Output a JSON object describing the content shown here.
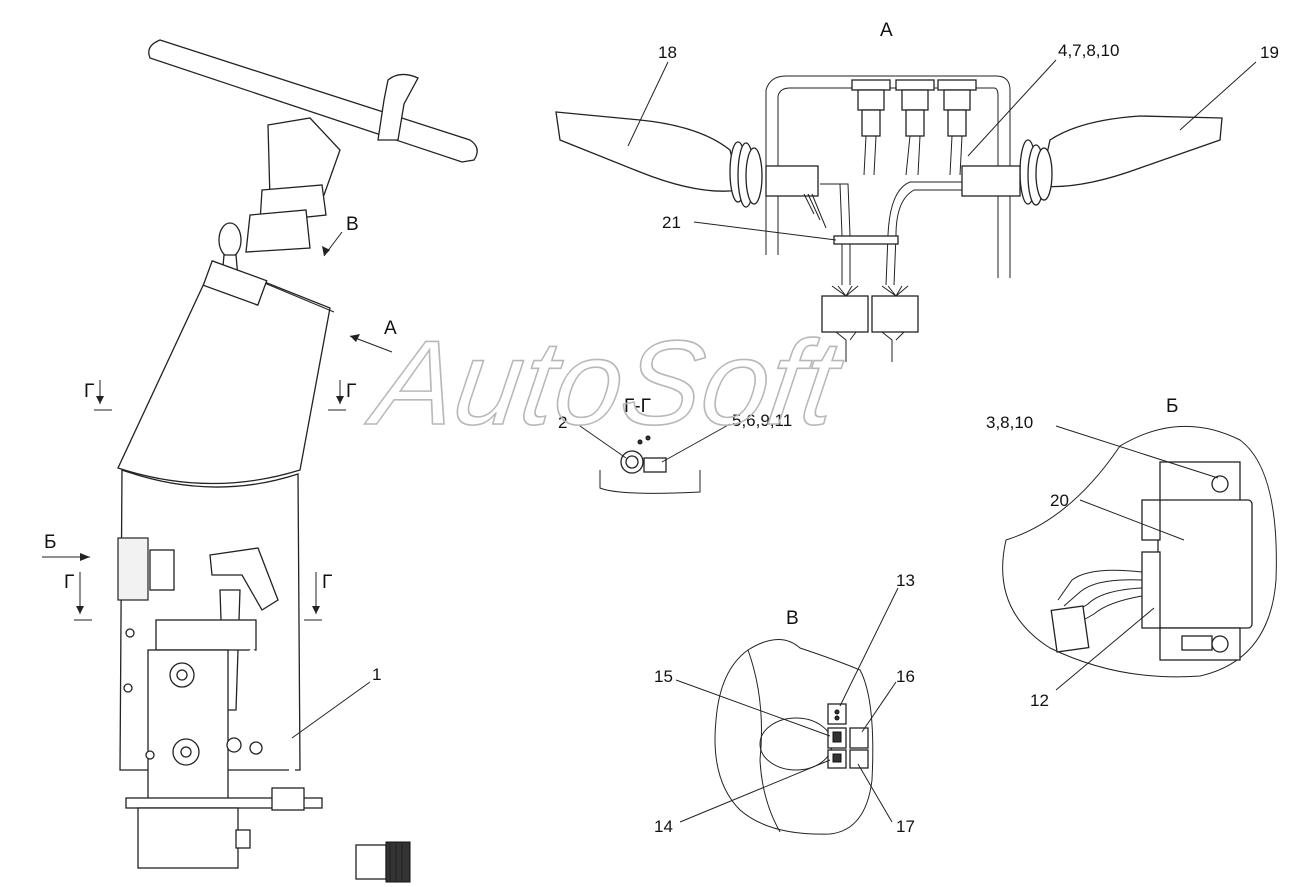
{
  "watermark": "AutoSoft",
  "views": {
    "A": "А",
    "B": "Б",
    "V": "В",
    "section": "Г-Г",
    "section_mark": "Г"
  },
  "callouts": {
    "c1": "1",
    "c2": "2",
    "c3_8_10": "3,8,10",
    "c4_7_8_10": "4,7,8,10",
    "c5_6_9_11": "5,6,9,11",
    "c12": "12",
    "c13": "13",
    "c14": "14",
    "c15": "15",
    "c16": "16",
    "c17": "17",
    "c18": "18",
    "c19": "19",
    "c20": "20",
    "c21": "21"
  }
}
